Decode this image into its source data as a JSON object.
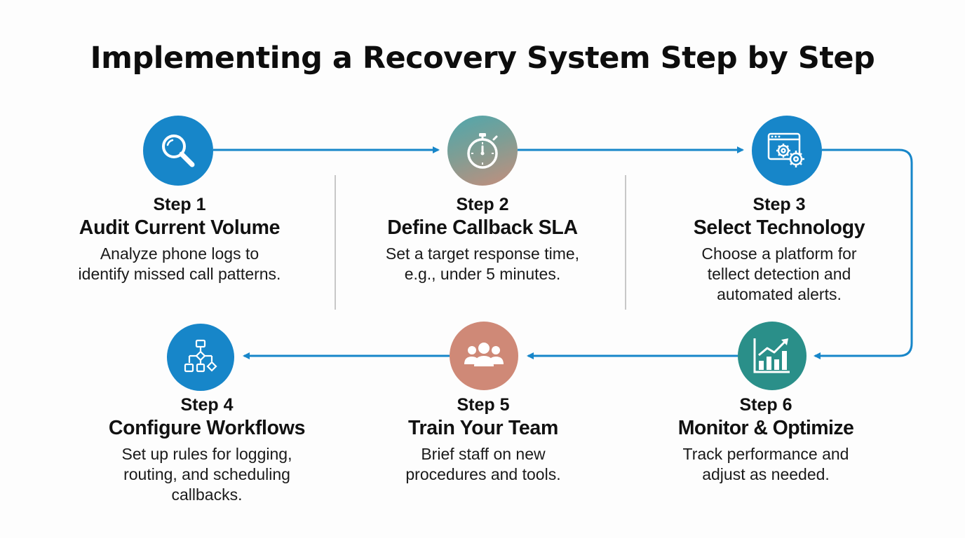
{
  "title": "Implementing a Recovery System Step by Step",
  "colors": {
    "arrow": "#1786c9",
    "divider": "#c8c8c8",
    "blue": "#1786c9",
    "gradient": [
      "#4fa7ad",
      "#c58e7c"
    ],
    "salmon": "#cf8977",
    "teal": "#2a8f89"
  },
  "steps": [
    {
      "label": "Step 1",
      "title": "Audit Current Volume",
      "description": [
        "Analyze phone logs to",
        "identify missed call patterns."
      ],
      "icon": "magnifying-glass-icon"
    },
    {
      "label": "Step 2",
      "title": "Define Callback SLA",
      "description": [
        "Set a target response time,",
        "e.g., under 5 minutes."
      ],
      "icon": "stopwatch-icon"
    },
    {
      "label": "Step 3",
      "title": "Select Technology",
      "description": [
        "Choose a platform for",
        "tellect detection and",
        "automated alerts."
      ],
      "icon": "browser-gears-icon"
    },
    {
      "label": "Step 4",
      "title": "Configure Workflows",
      "description": [
        "Set up rules for logging,",
        "routing, and scheduling",
        "callbacks."
      ],
      "icon": "flowchart-icon"
    },
    {
      "label": "Step 5",
      "title": "Train Your Team",
      "description": [
        "Brief staff on new",
        "procedures and tools."
      ],
      "icon": "team-icon"
    },
    {
      "label": "Step 6",
      "title": "Monitor & Optimize",
      "description": [
        "Track performance and",
        "adjust as needed."
      ],
      "icon": "trend-chart-icon"
    }
  ]
}
